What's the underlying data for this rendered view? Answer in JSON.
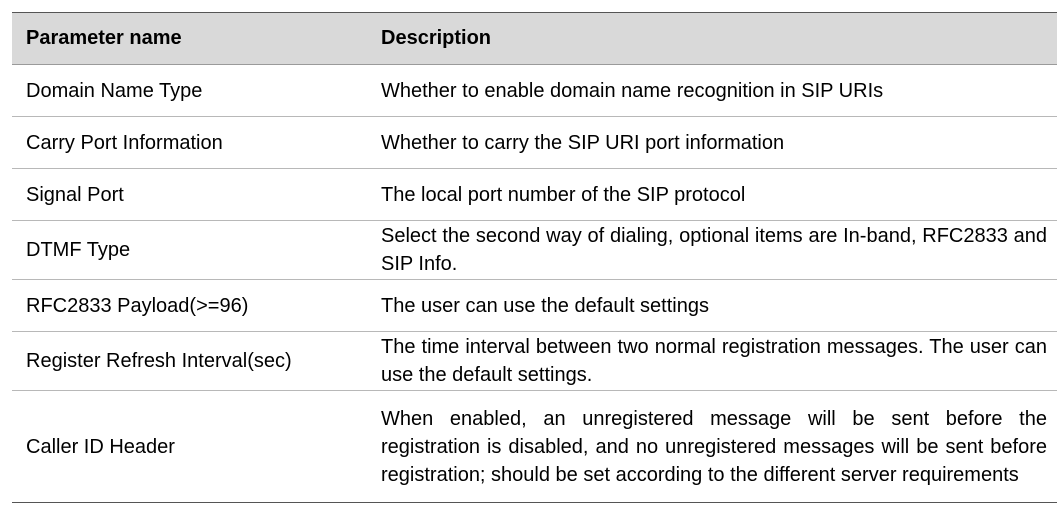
{
  "table": {
    "headers": [
      "Parameter name",
      "Description"
    ],
    "rows": [
      {
        "name": "Domain Name Type",
        "description": "Whether to enable domain name recognition in SIP URIs"
      },
      {
        "name": "Carry Port Information",
        "description": "Whether to carry the SIP URI port information"
      },
      {
        "name": "Signal Port",
        "description": "The local port number of the SIP protocol"
      },
      {
        "name": "DTMF Type",
        "description": "Select the second way of dialing, optional items are In-band, RFC2833 and SIP Info."
      },
      {
        "name": "RFC2833 Payload(>=96)",
        "description": "The user can use the default settings"
      },
      {
        "name": "Register Refresh Interval(sec)",
        "description": "The time interval between two normal registration messages. The user can use the default settings."
      },
      {
        "name": "Caller ID Header",
        "description": "When enabled, an unregistered message will be sent before the registration is disabled, and no unregistered messages will be sent before registration; should be set according to the different server requirements"
      }
    ]
  }
}
